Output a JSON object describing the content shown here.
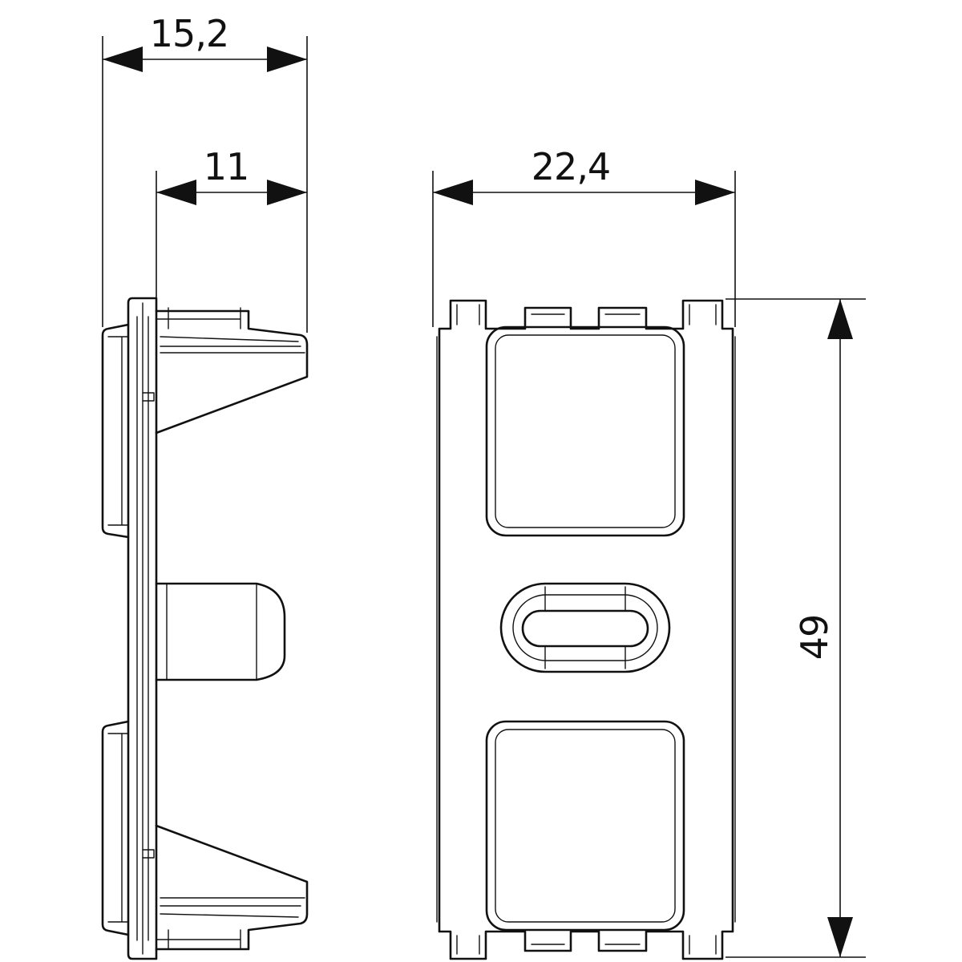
{
  "dimensions": {
    "side_total_depth": "15,2",
    "side_body_depth": "11",
    "front_width": "22,4",
    "front_height": "49"
  },
  "colors": {
    "line": "#111111",
    "background": "#ffffff"
  }
}
